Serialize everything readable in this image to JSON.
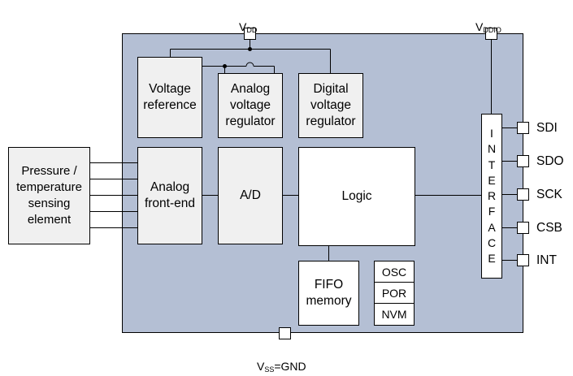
{
  "supplies": {
    "vdd": {
      "main": "V",
      "sub": "DD"
    },
    "vddio": {
      "main": "V",
      "sub": "DDIO"
    },
    "vss": {
      "main": "V",
      "sub": "SS",
      "suffix": "=GND"
    }
  },
  "blocks": {
    "sensing_element": "Pressure /\ntemperature\nsensing\nelement",
    "voltage_reference": "Voltage\nreference",
    "analog_regulator": "Analog\nvoltage\nregulator",
    "digital_regulator": "Digital\nvoltage\nregulator",
    "analog_front_end": "Analog\nfront-end",
    "ad": "A/D",
    "logic": "Logic",
    "fifo": "FIFO\nmemory",
    "osc": "OSC",
    "por": "POR",
    "nvm": "NVM"
  },
  "interface": {
    "letters": [
      "I",
      "N",
      "T",
      "E",
      "R",
      "F",
      "A",
      "C",
      "E"
    ]
  },
  "pins": [
    "SDI",
    "SDO",
    "SCK",
    "CSB",
    "INT"
  ]
}
